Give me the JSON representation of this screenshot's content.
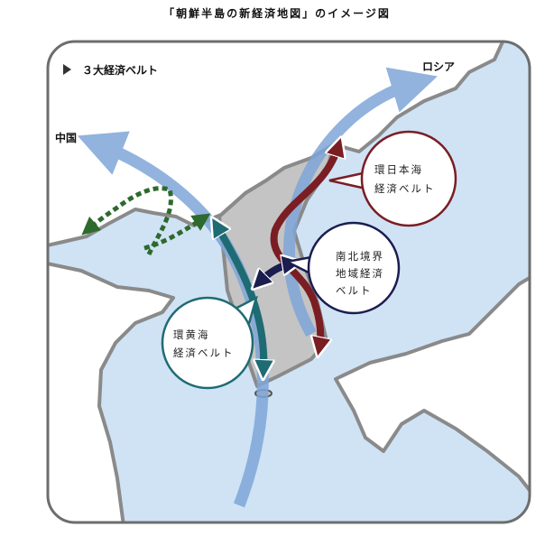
{
  "title": "「朝鮮半島の新経済地図」のイメージ図",
  "legend": {
    "label": "３大経済ベルト"
  },
  "places": {
    "russia": "ロシア",
    "china": "中国"
  },
  "belts": {
    "east_sea": {
      "line1": "環日本海",
      "line2": "経済ベルト",
      "color": "#7a1e24"
    },
    "dmz": {
      "line1": "南北境界",
      "line2": "地域経済",
      "line3": "ベルト",
      "color": "#1b1d4f"
    },
    "yellow_sea": {
      "line1": "環黄海",
      "line2": "経済ベルト",
      "color": "#1f6b73"
    }
  },
  "colors": {
    "sea": "#cfe3f5",
    "land": "#ffffff",
    "korea": "#c4c4c4",
    "border": "#8a8a8a",
    "arc": "#7fa6d8",
    "green": "#2d6a2d"
  }
}
